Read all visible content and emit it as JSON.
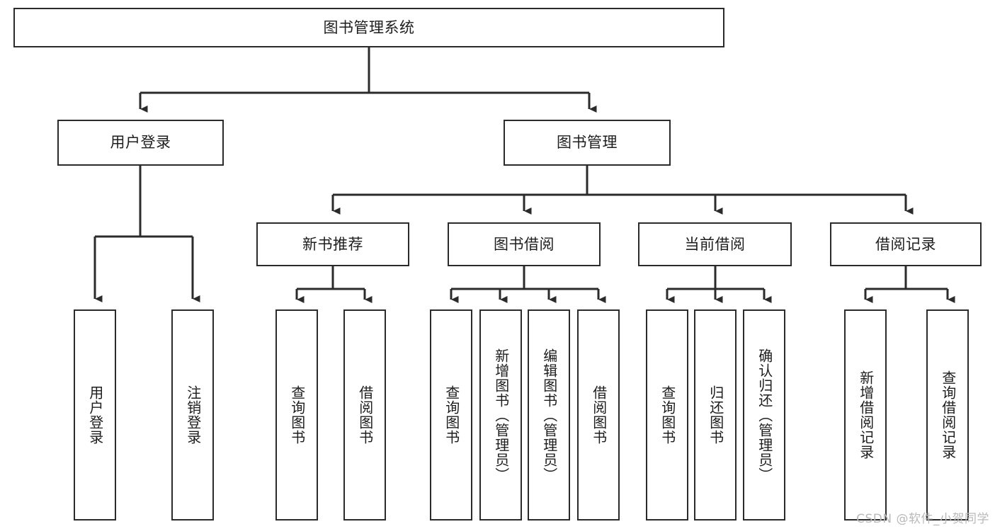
{
  "diagram": {
    "type": "tree-hierarchy-chart",
    "title": "图书管理系统",
    "line_color": "#2b2b2b",
    "box_fill": "#ffffff",
    "text_color": "#1d1d1d",
    "nodes": {
      "root": {
        "label": "图书管理系统"
      },
      "level2": [
        {
          "label": "用户登录"
        },
        {
          "label": "图书管理"
        }
      ],
      "level3": [
        {
          "label": "新书推荐"
        },
        {
          "label": "图书借阅"
        },
        {
          "label": "当前借阅"
        },
        {
          "label": "借阅记录"
        }
      ],
      "leaves_user_login": [
        {
          "label": "用户登录"
        },
        {
          "label": "注销登录"
        }
      ],
      "leaves_new_book": [
        {
          "label": "查询图书"
        },
        {
          "label": "借阅图书"
        }
      ],
      "leaves_borrow": [
        {
          "label": "查询图书"
        },
        {
          "label": "新增图书（管理员）"
        },
        {
          "label": "编辑图书（管理员）"
        },
        {
          "label": "借阅图书"
        }
      ],
      "leaves_current": [
        {
          "label": "查询图书"
        },
        {
          "label": "归还图书"
        },
        {
          "label": "确认归还（管理员）"
        }
      ],
      "leaves_records": [
        {
          "label": "新增借阅记录"
        },
        {
          "label": "查询借阅记录"
        }
      ]
    }
  },
  "watermark": {
    "text": "CSDN @软件_小贺同学"
  }
}
